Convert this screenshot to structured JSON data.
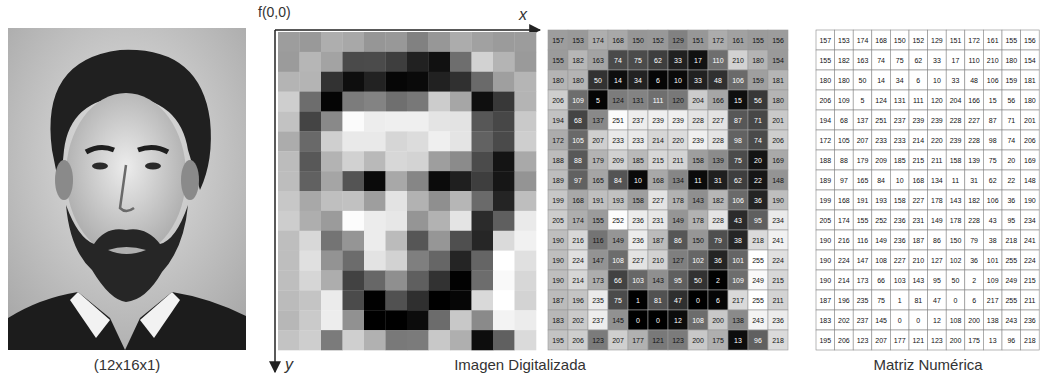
{
  "diagram": {
    "labels": [
      "f(0,0)",
      "x",
      "157",
      "153",
      "174",
      "168",
      "150",
      "152",
      "129",
      "151",
      "172",
      "161",
      "155",
      "156",
      "155",
      "182",
      "163",
      "74",
      "75",
      "62",
      "33",
      "17",
      "110",
      "210",
      "180",
      "154",
      "180",
      "180",
      "50",
      "14",
      "34",
      "6",
      "10",
      "33",
      "48",
      "106",
      "159",
      "181",
      "206",
      "109",
      "5",
      "124",
      "131",
      "111",
      "120",
      "204",
      "166",
      "15",
      "56",
      "180",
      "194",
      "68",
      "137",
      "251",
      "237",
      "239",
      "239",
      "228",
      "227",
      "87",
      "71",
      "201",
      "172",
      "105",
      "207",
      "233",
      "233",
      "214",
      "220",
      "239",
      "228",
      "98",
      "74",
      "206",
      "188",
      "88",
      "179",
      "209",
      "185",
      "215",
      "211",
      "158",
      "139",
      "75",
      "20",
      "169",
      "189",
      "97",
      "165",
      "84",
      "10",
      "168",
      "134",
      "11",
      "31",
      "62",
      "22",
      "148",
      "199",
      "168",
      "191",
      "193",
      "158",
      "227",
      "178",
      "143",
      "182",
      "106",
      "36",
      "190",
      "205",
      "174",
      "155",
      "252",
      "236",
      "231",
      "149",
      "178",
      "228",
      "43",
      "95",
      "234",
      "190",
      "216",
      "116",
      "149",
      "236",
      "187",
      "86",
      "150",
      "79",
      "38",
      "218",
      "241",
      "190",
      "224",
      "147",
      "108",
      "227",
      "210",
      "127",
      "102",
      "36",
      "101",
      "255",
      "224",
      "190",
      "214",
      "173",
      "66",
      "103",
      "143",
      "95",
      "50",
      "2",
      "109",
      "249",
      "215",
      "187",
      "196",
      "235",
      "75",
      "1",
      "81",
      "47",
      "0",
      "6",
      "217",
      "255",
      "211",
      "183",
      "202",
      "237",
      "145",
      "0",
      "0",
      "12",
      "108",
      "200",
      "138",
      "243",
      "236",
      "195",
      "206",
      "123",
      "207",
      "177",
      "121",
      "123",
      "200",
      "175",
      "13",
      "96",
      "218",
      "157",
      "153",
      "174",
      "168",
      "150",
      "152",
      "129",
      "151",
      "172",
      "161",
      "155",
      "156",
      "155",
      "182",
      "163",
      "74",
      "75",
      "62",
      "33",
      "17",
      "110",
      "210",
      "180",
      "154",
      "180",
      "180",
      "50",
      "14",
      "34",
      "6",
      "10",
      "33",
      "48",
      "106",
      "159",
      "181",
      "206",
      "109",
      "5",
      "124",
      "131",
      "111",
      "120",
      "204",
      "166",
      "15",
      "56",
      "180",
      "194",
      "68",
      "137",
      "251",
      "237",
      "239",
      "239",
      "228",
      "227",
      "87",
      "71",
      "201",
      "172",
      "105",
      "207",
      "233",
      "233",
      "214",
      "220",
      "239",
      "228",
      "98",
      "74",
      "206",
      "188",
      "88",
      "179",
      "209",
      "185",
      "215",
      "211",
      "158",
      "139",
      "75",
      "20",
      "169",
      "189",
      "97",
      "165",
      "84",
      "10",
      "168",
      "134",
      "11",
      "31",
      "62",
      "22",
      "148",
      "199",
      "168",
      "191",
      "193",
      "158",
      "227",
      "178",
      "143",
      "182",
      "106",
      "36",
      "190",
      "205",
      "174",
      "155",
      "252",
      "236",
      "231",
      "149",
      "178",
      "228",
      "43",
      "95",
      "234",
      "190",
      "216",
      "116",
      "149",
      "236",
      "187",
      "86",
      "150",
      "79",
      "38",
      "218",
      "241",
      "190",
      "224",
      "147",
      "108",
      "227",
      "210",
      "127",
      "102",
      "36",
      "101",
      "255",
      "224",
      "190",
      "214",
      "173",
      "66",
      "103",
      "143",
      "95",
      "50",
      "2",
      "109",
      "249",
      "215",
      "187",
      "196",
      "235",
      "75",
      "1",
      "81",
      "47",
      "0",
      "6",
      "217",
      "255",
      "211",
      "183",
      "202",
      "237",
      "145",
      "0",
      "0",
      "12",
      "108",
      "200",
      "138",
      "243",
      "236",
      "195",
      "206",
      "123",
      "207",
      "177",
      "121",
      "123",
      "200",
      "175",
      "13",
      "96",
      "218",
      "(12x16x1)",
      "y",
      "Imagen Digitalizada",
      "Matriz Numérica"
    ]
  }
}
